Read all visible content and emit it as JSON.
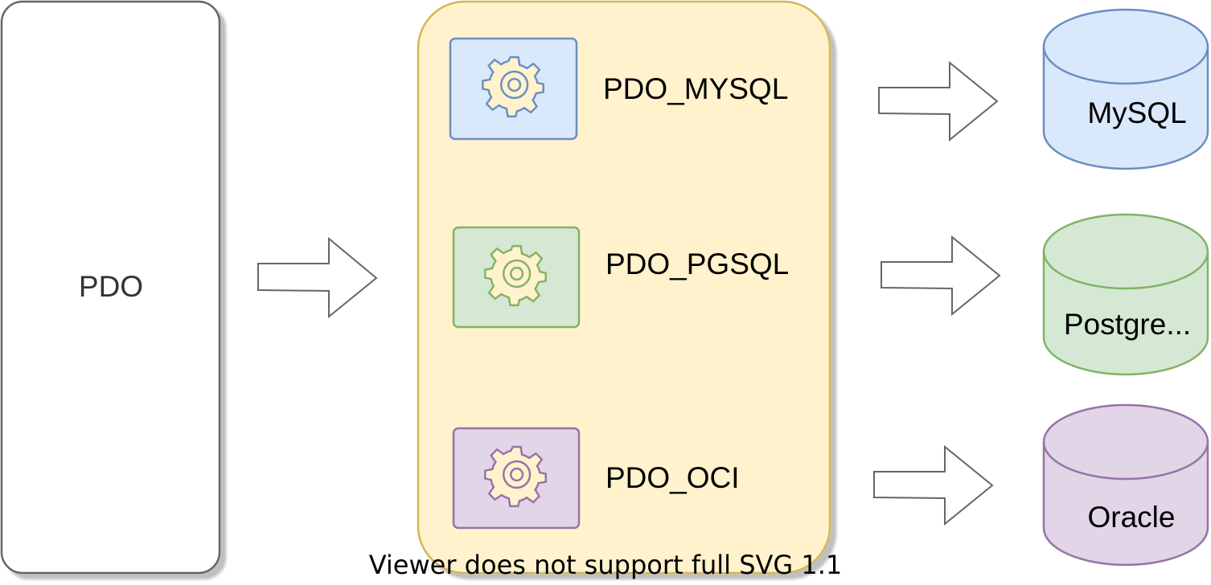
{
  "pdo": {
    "label": "PDO"
  },
  "drivers": [
    {
      "label": "PDO_MYSQL",
      "icon": "gear-icon",
      "fill": "#dae8fc",
      "stroke": "#6c8ebf"
    },
    {
      "label": "PDO_PGSQL",
      "icon": "gear-icon",
      "fill": "#d5e8d4",
      "stroke": "#82b366"
    },
    {
      "label": "PDO_OCI",
      "icon": "gear-icon",
      "fill": "#e1d5e7",
      "stroke": "#9673a6"
    }
  ],
  "databases": [
    {
      "label": "MySQL",
      "fill": "#dae8fc",
      "stroke": "#6c8ebf"
    },
    {
      "label": "Postgre...",
      "fill": "#d5e8d4",
      "stroke": "#82b366"
    },
    {
      "label": "Oracle",
      "fill": "#e1d5e7",
      "stroke": "#9673a6"
    }
  ],
  "container": {
    "fill": "#fff2cc",
    "stroke": "#d6b656"
  },
  "gear_colors": {
    "fill": "#fff2cc"
  },
  "footer": {
    "text": "Viewer does not support full SVG 1.1"
  }
}
